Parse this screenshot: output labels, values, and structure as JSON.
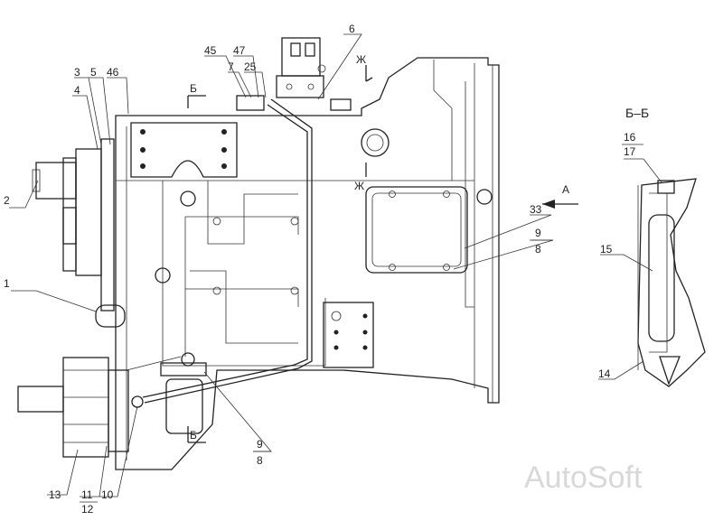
{
  "section_title": "Б–Б",
  "view_arrow": "А",
  "section_marks": {
    "b_top": "Б",
    "b_bottom": "Б",
    "zh_top": "Ж",
    "zh_mid": "Ж"
  },
  "callouts": {
    "c1": "1",
    "c2": "2",
    "c3": "3",
    "c4": "4",
    "c5": "5",
    "c6": "6",
    "c7": "7",
    "c8a": "8",
    "c8b": "8",
    "c9a": "9",
    "c9b": "9",
    "c10": "10",
    "c11": "11",
    "c12": "12",
    "c13": "13",
    "c14": "14",
    "c15": "15",
    "c16": "16",
    "c17": "17",
    "c25": "25",
    "c33": "33",
    "c45": "45",
    "c46": "46",
    "c47": "47"
  },
  "watermark": "AutoSoft"
}
